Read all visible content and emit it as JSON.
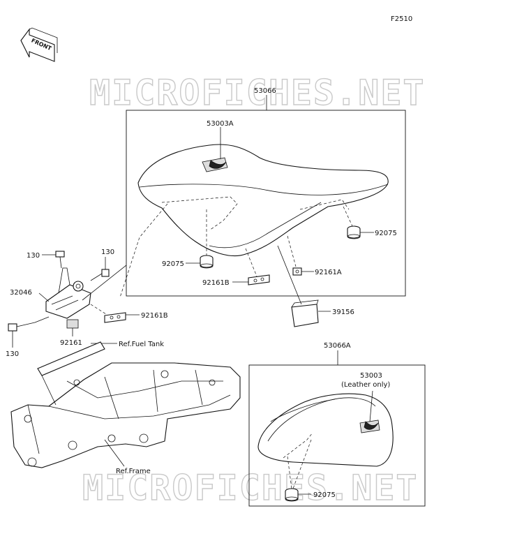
{
  "figure_code": "F2510",
  "watermark": "MICROFICHES.NET",
  "front_arrow_label": "FRONT",
  "parts": {
    "p53066": "53066",
    "p53003A": "53003A",
    "p92075_a": "92075",
    "p92075_b": "92075",
    "p92161A": "92161A",
    "p92161B_a": "92161B",
    "p92161B_b": "92161B",
    "p39156": "39156",
    "p130_a": "130",
    "p130_b": "130",
    "p130_c": "130",
    "p32046": "32046",
    "p92161": "92161",
    "p53066A": "53066A",
    "p53003": "53003",
    "p53003_note": "(Leather only)",
    "p92075_c": "92075"
  },
  "refs": {
    "fuel_tank": "Ref.Fuel Tank",
    "frame": "Ref.Frame"
  }
}
